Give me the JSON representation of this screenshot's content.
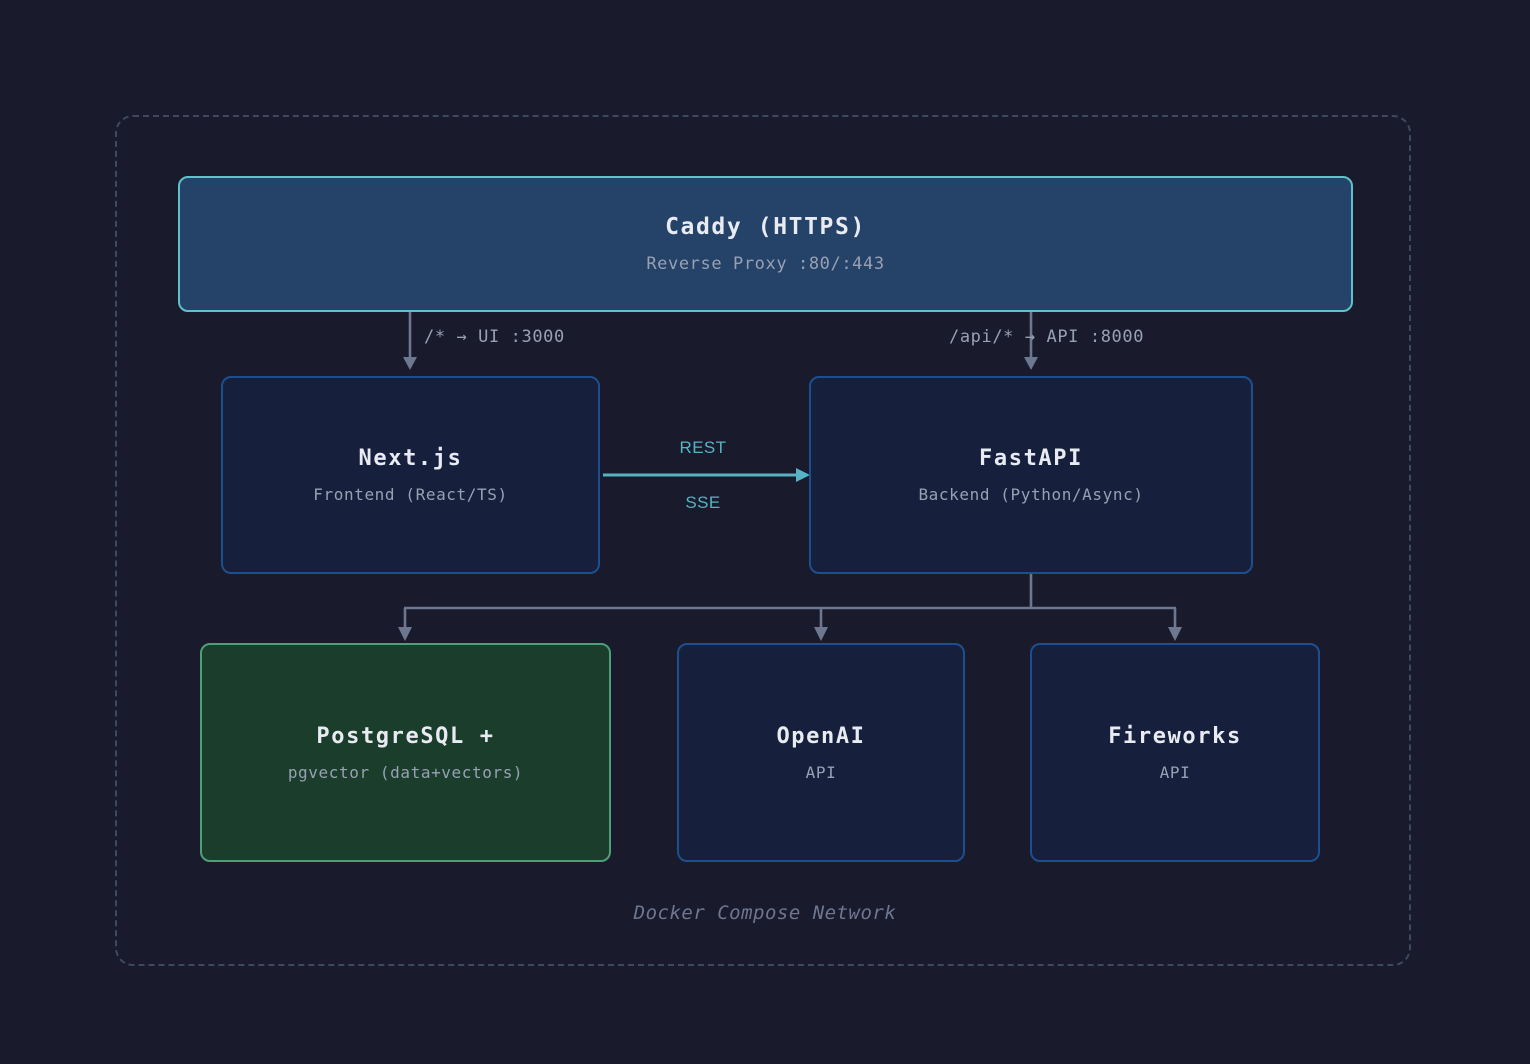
{
  "diagram": {
    "boundary_caption": "Docker Compose Network",
    "colors": {
      "page_background": "#191a2c",
      "boundary_border": "#3d4a5e",
      "caddy_fill": "#254269",
      "caddy_border": "#5fc1c9",
      "service_fill": "#16203c",
      "service_border": "#1d4f8f",
      "database_fill": "#1b3d2c",
      "database_border": "#4e9e77",
      "accent_teal": "#56b3c4",
      "connector_gray": "#6d7790"
    },
    "nodes": {
      "caddy": {
        "title": "Caddy (HTTPS)",
        "subtitle": "Reverse Proxy :80/:443"
      },
      "nextjs": {
        "title": "Next.js",
        "subtitle": "Frontend (React/TS)"
      },
      "fastapi": {
        "title": "FastAPI",
        "subtitle": "Backend (Python/Async)"
      },
      "postgres": {
        "title": "PostgreSQL +",
        "subtitle": "pgvector (data+vectors)"
      },
      "openai": {
        "title": "OpenAI",
        "subtitle": "API"
      },
      "fireworks": {
        "title": "Fireworks",
        "subtitle": "API"
      }
    },
    "edges": {
      "caddy_to_ui": "/* → UI :3000",
      "caddy_to_api": "/api/* → API :8000",
      "ui_to_api_top": "REST",
      "ui_to_api_bottom": "SSE"
    }
  }
}
